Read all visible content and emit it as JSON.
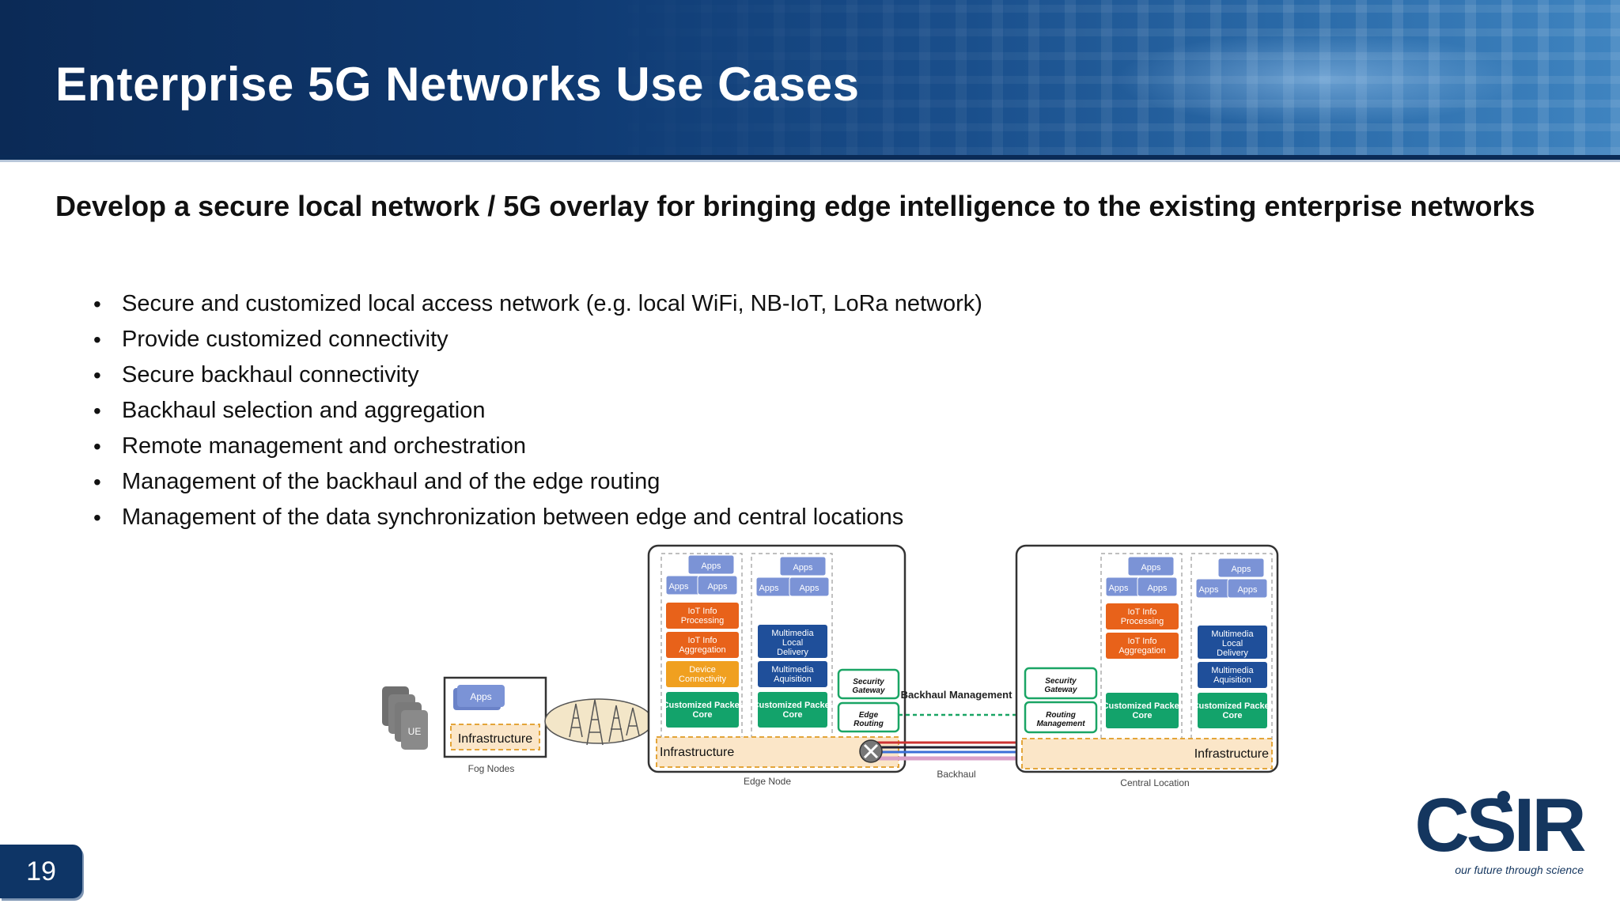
{
  "slide": {
    "title": "Enterprise 5G Networks Use Cases",
    "subtitle": "Develop a secure local network / 5G overlay for bringing edge intelligence to the existing enterprise networks",
    "bullets": [
      "Secure and customized local access network (e.g. local WiFi, NB-IoT, LoRa network)",
      "Provide customized connectivity",
      "Secure backhaul connectivity",
      "Backhaul selection and aggregation",
      "Remote management and orchestration",
      "Management of the backhaul and of the edge routing",
      "Management of the data synchronization between edge and central locations"
    ],
    "page_number": "19"
  },
  "logo": {
    "wordmark": "CSIR",
    "tagline": "our future through science"
  },
  "diagram": {
    "ue": "UE",
    "fog": {
      "apps": "Apps",
      "infrastructure": "Infrastructure",
      "caption": "Fog Nodes"
    },
    "edge": {
      "caption": "Edge Node",
      "infrastructure": "Infrastructure",
      "apps": "Apps",
      "apps_partial": "Apps",
      "col1": [
        "IoT Info Processing",
        "IoT Info Aggregation",
        "Device Connectivity",
        "Customized Packet Core"
      ],
      "col2": [
        "Multimedia Local Delivery",
        "Multimedia Aquisition",
        "Customized Packet Core"
      ],
      "security_gateway": "Security Gateway",
      "edge_routing": "Edge Routing"
    },
    "backhaul_management": "Backhaul Management",
    "backhaul": "Backhaul",
    "central": {
      "caption": "Central Location",
      "infrastructure": "Infrastructure",
      "security_gateway": "Security Gateway",
      "routing_management": "Routing Management",
      "col1": [
        "IoT Info Processing",
        "IoT Info Aggregation",
        "Customized Packet Core"
      ],
      "col2": [
        "Multimedia Local Delivery",
        "Multimedia Aquisition",
        "Customized Packet Core"
      ]
    },
    "colors": {
      "apps": "#7b93d6",
      "iot": "#e8621a",
      "device": "#f0a020",
      "packet_core": "#13a36b",
      "multimedia": "#1f4f9a",
      "infrastructure_fill": "#fbe6c8",
      "infrastructure_border": "#e3a53a",
      "green_outline": "#1aa565"
    }
  }
}
